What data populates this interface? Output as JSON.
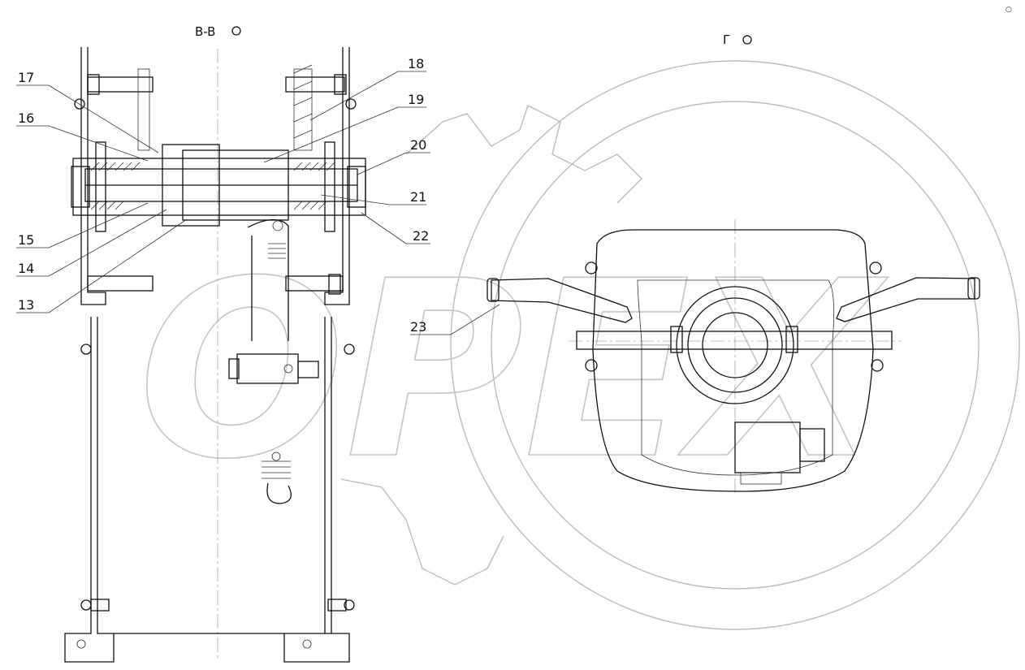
{
  "views": {
    "left_title": "B-B",
    "right_title": "Г"
  },
  "callouts": [
    "13",
    "14",
    "15",
    "16",
    "17",
    "18",
    "19",
    "20",
    "21",
    "22",
    "23"
  ],
  "corner_mark": "○"
}
